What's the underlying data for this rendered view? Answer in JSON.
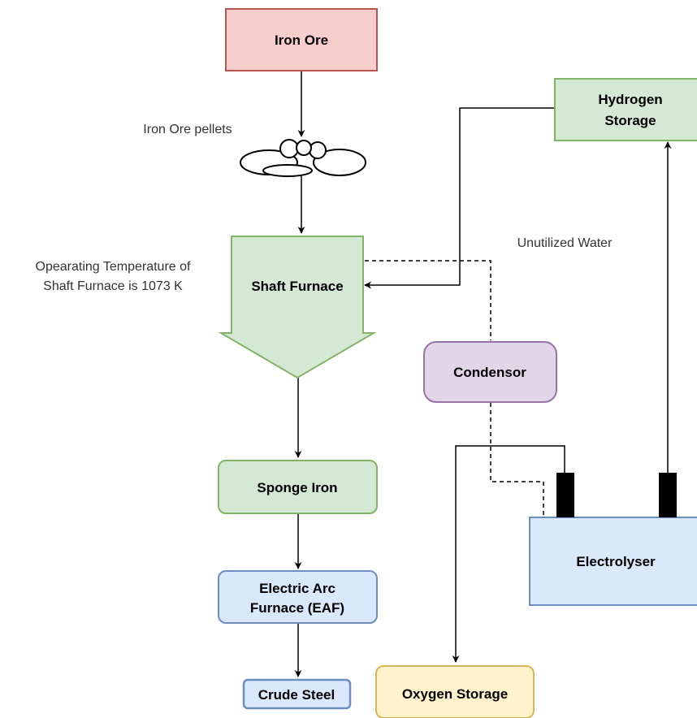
{
  "nodes": {
    "iron_ore": "Iron Ore",
    "hydrogen_storage": [
      "Hydrogen",
      "Storage"
    ],
    "shaft_furnace": "Shaft Furnace",
    "condensor": "Condensor",
    "sponge_iron": "Sponge Iron",
    "eaf": [
      "Electric Arc",
      "Furnace (EAF)"
    ],
    "electrolyser": "Electrolyser",
    "crude_steel": "Crude Steel",
    "oxygen_storage": "Oxygen Storage"
  },
  "annotations": {
    "pellets": "Iron Ore pellets",
    "unutilized_water": "Unutilized Water",
    "operating_temp": [
      "Opearating Temperature of",
      "Shaft Furnace is 1073 K"
    ]
  },
  "colors": {
    "red_fill": "#f8cecc",
    "red_stroke": "#b85450",
    "green_fill": "#d5e8d4",
    "green_stroke": "#82b366",
    "purple_fill": "#e1d5e7",
    "purple_stroke": "#9673a6",
    "blue_fill": "#dae8fc",
    "blue_stroke": "#6c8ebf",
    "yellow_fill": "#fff2cc",
    "yellow_stroke": "#d6b656"
  }
}
